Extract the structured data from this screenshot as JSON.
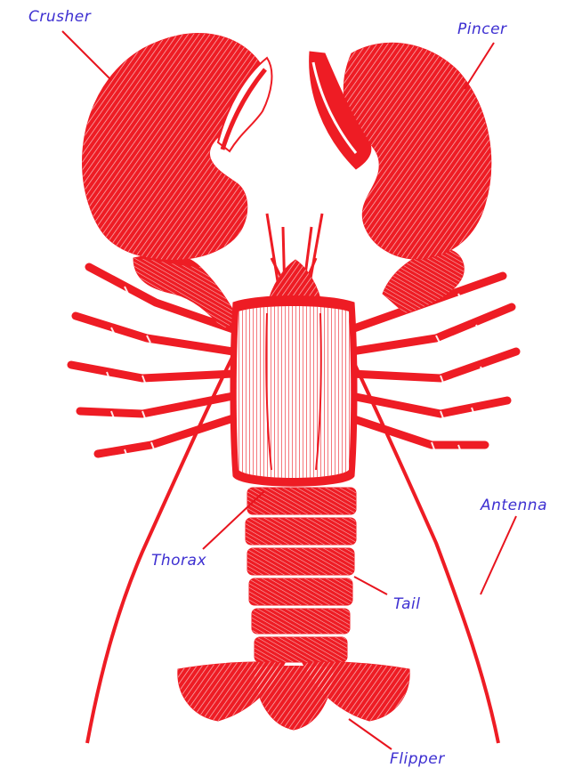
{
  "colors": {
    "body": "#ee1c24",
    "hatch": "#ffffff",
    "label": "#3d2fd1",
    "leader": "#e8141e"
  },
  "labels": {
    "crusher": "Crusher",
    "pincer": "Pincer",
    "antenna": "Antenna",
    "thorax": "Thorax",
    "tail": "Tail",
    "flipper": "Flipper"
  }
}
